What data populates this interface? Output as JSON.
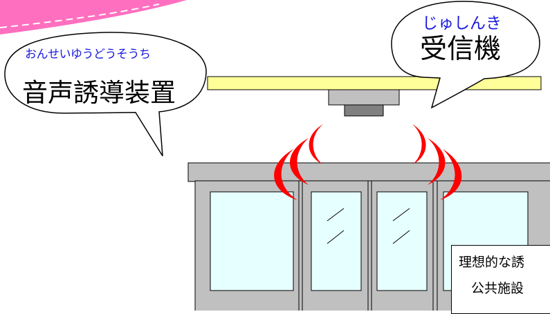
{
  "labels": {
    "speaker": {
      "ruby": "おんせいゆうどうそうち",
      "text": "音声誘導装置"
    },
    "receiver": {
      "ruby": "じゅしんき",
      "text": "受信機"
    }
  },
  "caption": {
    "line1": "理想的な誘",
    "line2": "公共施設"
  },
  "colors": {
    "ceiling_fill": "#ffff99",
    "device_body": "#c0c0c0",
    "device_bottom": "#808080",
    "wall_fill": "#c0c0c0",
    "glass_fill": "#e6ffff",
    "sound_wave": "#ff0000",
    "ruby_text": "#1a1adc",
    "pink_banner": "#ff66bb"
  }
}
